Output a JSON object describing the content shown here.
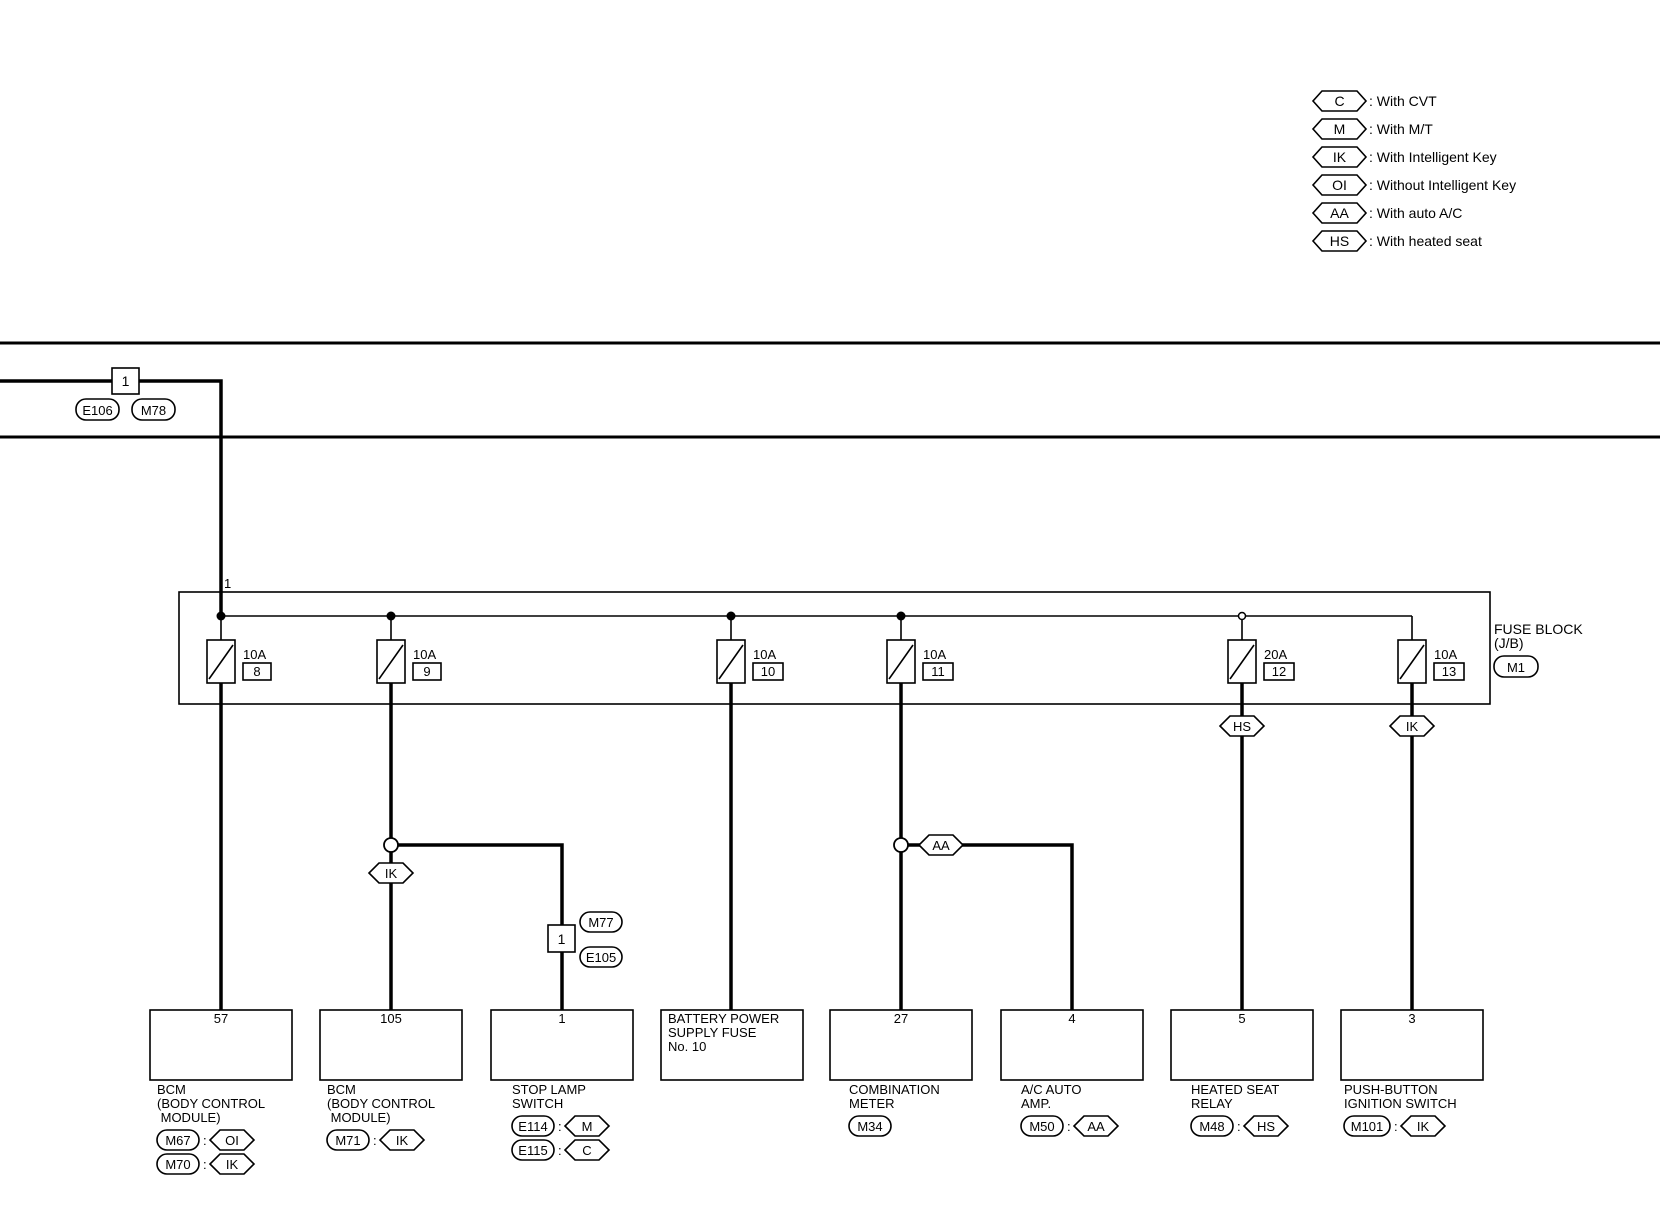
{
  "legend": [
    {
      "code": "C",
      "text": ": With CVT"
    },
    {
      "code": "M",
      "text": ": With M/T"
    },
    {
      "code": "IK",
      "text": ": With Intelligent Key"
    },
    {
      "code": "OI",
      "text": ": Without Intelligent Key"
    },
    {
      "code": "AA",
      "text": ": With auto A/C"
    },
    {
      "code": "HS",
      "text": ": With heated seat"
    }
  ],
  "joint_connector": {
    "pin": "1",
    "connectors": [
      "E106",
      "M78"
    ]
  },
  "fuse_block": {
    "title_line1": "FUSE BLOCK",
    "title_line2": "(J/B)",
    "connector": "M1",
    "input_pin": "1"
  },
  "fuses": [
    {
      "amp": "10A",
      "num": "8"
    },
    {
      "amp": "10A",
      "num": "9"
    },
    {
      "amp": "10A",
      "num": "10"
    },
    {
      "amp": "10A",
      "num": "11"
    },
    {
      "amp": "20A",
      "num": "12",
      "option": "HS"
    },
    {
      "amp": "10A",
      "num": "13",
      "option": "IK"
    }
  ],
  "branches": {
    "bcm_ik": "IK",
    "aa": "AA",
    "stop_lamp_joint": {
      "pin": "1",
      "connectors": [
        "M77",
        "E105"
      ]
    }
  },
  "components": [
    {
      "pin": "57",
      "lines": [
        "BCM",
        "(BODY CONTROL",
        " MODULE)"
      ],
      "connectors": [
        {
          "conn": "M67",
          "code": "OI"
        },
        {
          "conn": "M70",
          "code": "IK"
        }
      ]
    },
    {
      "pin": "105",
      "lines": [
        "BCM",
        "(BODY CONTROL",
        " MODULE)"
      ],
      "connectors": [
        {
          "conn": "M71",
          "code": "IK"
        }
      ]
    },
    {
      "pin": "1",
      "lines": [
        "STOP LAMP",
        "SWITCH"
      ],
      "connectors": [
        {
          "conn": "E114",
          "code": "M"
        },
        {
          "conn": "E115",
          "code": "C"
        }
      ]
    },
    {
      "pin": "",
      "inner_lines": [
        "BATTERY POWER",
        "SUPPLY FUSE",
        "No. 10"
      ],
      "lines": [],
      "connectors": []
    },
    {
      "pin": "27",
      "lines": [
        "COMBINATION",
        "METER"
      ],
      "connectors": [
        {
          "conn": "M34",
          "code": ""
        }
      ]
    },
    {
      "pin": "4",
      "lines": [
        "A/C AUTO",
        "AMP."
      ],
      "connectors": [
        {
          "conn": "M50",
          "code": "AA"
        }
      ]
    },
    {
      "pin": "5",
      "lines": [
        "HEATED SEAT",
        "RELAY"
      ],
      "connectors": [
        {
          "conn": "M48",
          "code": "HS"
        }
      ]
    },
    {
      "pin": "3",
      "lines": [
        "PUSH-BUTTON",
        "IGNITION SWITCH"
      ],
      "connectors": [
        {
          "conn": "M101",
          "code": "IK"
        }
      ]
    }
  ]
}
